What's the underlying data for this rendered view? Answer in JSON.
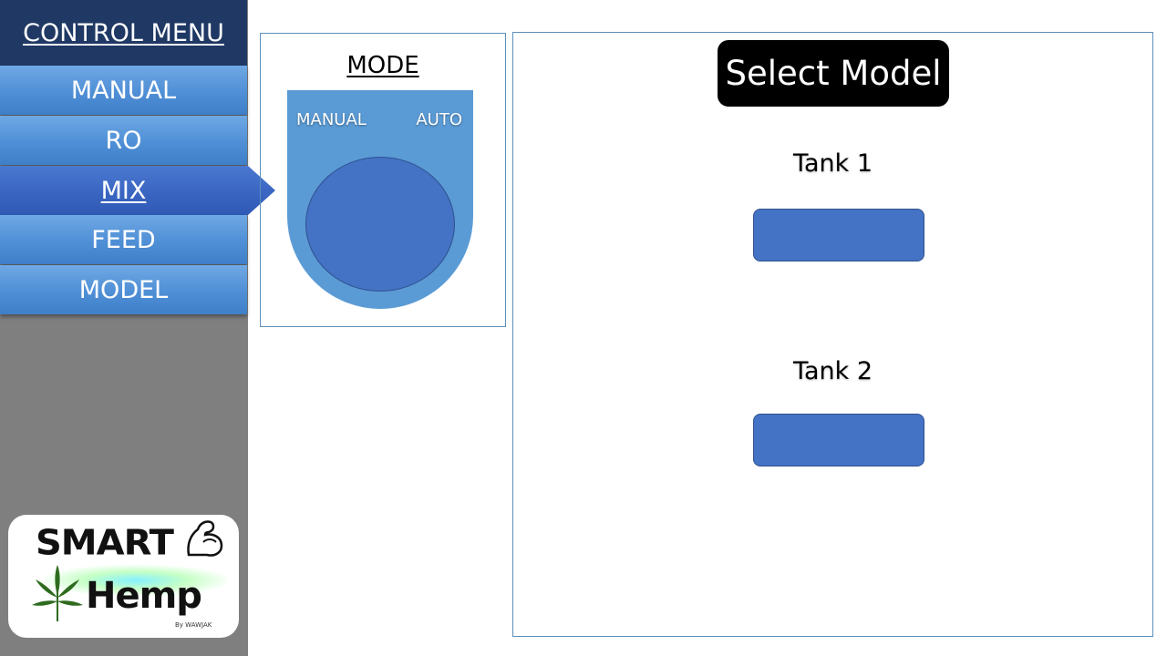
{
  "sidebar": {
    "header": "CONTROL MENU",
    "items": [
      {
        "label": "MANUAL",
        "active": false
      },
      {
        "label": "RO",
        "active": false
      },
      {
        "label": "MIX",
        "active": true
      },
      {
        "label": "FEED",
        "active": false
      },
      {
        "label": "MODEL",
        "active": false
      }
    ],
    "logo": {
      "line1": "SMART",
      "line2": "Hemp",
      "byline": "By WAWJAK"
    }
  },
  "mode": {
    "title": "MODE",
    "options": [
      "MANUAL",
      "AUTO"
    ]
  },
  "model": {
    "title": "Select Model",
    "tanks": [
      {
        "label": "Tank 1"
      },
      {
        "label": "Tank 2"
      }
    ]
  },
  "colors": {
    "header_bg": "#1f3864",
    "menu_item": "#5b9bd5",
    "menu_active": "#3a66c2",
    "sidebar_bg": "#7f7f7f",
    "knob": "#4472c4",
    "selector": "#5b9bd5",
    "panel_border": "#5b8fb9"
  }
}
